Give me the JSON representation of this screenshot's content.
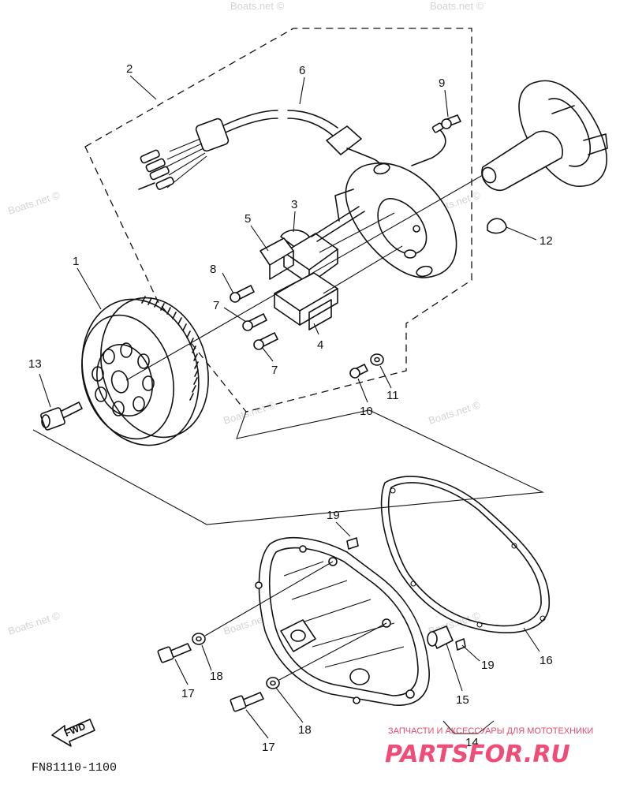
{
  "figure_code": "FN81110-1100",
  "fwd_label": "FWD",
  "watermark": "Boats.net ©",
  "ad": {
    "tagline": "ЗАПЧАСТИ И АКСЕССУАРЫ ДЛЯ МОТОТЕХНИКИ",
    "logo": "PARTSFOR.RU"
  },
  "callouts": [
    {
      "id": "c1",
      "text": "1"
    },
    {
      "id": "c2",
      "text": "2"
    },
    {
      "id": "c3",
      "text": "3"
    },
    {
      "id": "c4",
      "text": "4"
    },
    {
      "id": "c5",
      "text": "5"
    },
    {
      "id": "c6",
      "text": "6"
    },
    {
      "id": "c7a",
      "text": "7"
    },
    {
      "id": "c7b",
      "text": "7"
    },
    {
      "id": "c8",
      "text": "8"
    },
    {
      "id": "c9",
      "text": "9"
    },
    {
      "id": "c10",
      "text": "10"
    },
    {
      "id": "c11",
      "text": "11"
    },
    {
      "id": "c12",
      "text": "12"
    },
    {
      "id": "c13",
      "text": "13"
    },
    {
      "id": "c14",
      "text": "14"
    },
    {
      "id": "c15",
      "text": "15"
    },
    {
      "id": "c16",
      "text": "16"
    },
    {
      "id": "c17a",
      "text": "17"
    },
    {
      "id": "c17b",
      "text": "17"
    },
    {
      "id": "c18a",
      "text": "18"
    },
    {
      "id": "c18b",
      "text": "18"
    },
    {
      "id": "c19a",
      "text": "19"
    },
    {
      "id": "c19b",
      "text": "19"
    }
  ]
}
